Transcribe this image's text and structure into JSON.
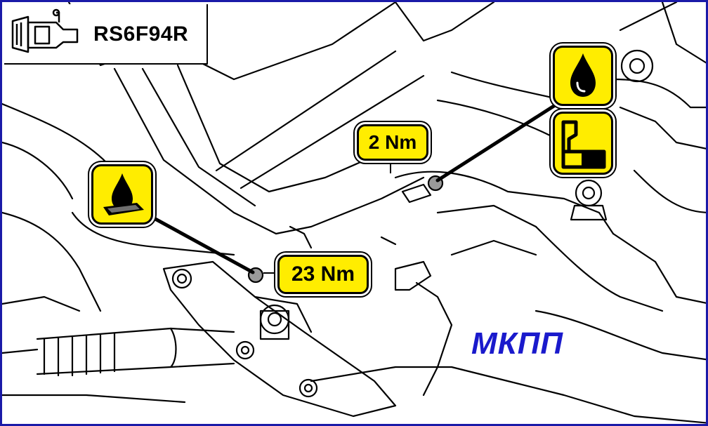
{
  "model_code": "RS6F94R",
  "transmission_label": "МКПП",
  "torque_labels": {
    "upper": "2 Nm",
    "lower": "23 Nm"
  },
  "icons": {
    "gearbox": "gearbox-icon",
    "sealant": "sealant-drop-icon",
    "oil": "oil-drop-icon",
    "fluid_level": "fluid-level-icon"
  },
  "colors": {
    "frame": "#1a1aa8",
    "tag_fill": "#ffed00",
    "transmission_label": "#1a1acc"
  }
}
